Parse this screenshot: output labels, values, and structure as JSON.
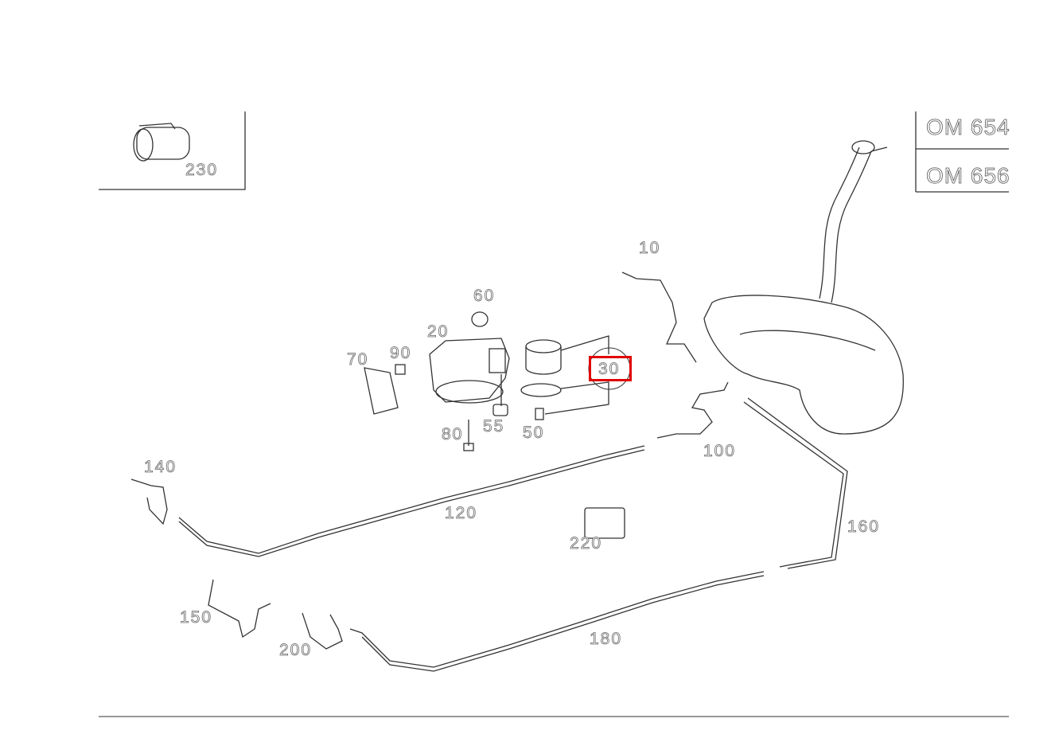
{
  "engine_variants": [
    "OM 654",
    "OM 656"
  ],
  "highlighted_part": "30",
  "highlight_color": "#e00000",
  "callouts": {
    "p230": "230",
    "p10": "10",
    "p60": "60",
    "p20": "20",
    "p70": "70",
    "p90": "90",
    "p30": "30",
    "p80": "80",
    "p55": "55",
    "p50": "50",
    "p100": "100",
    "p140": "140",
    "p120": "120",
    "p220": "220",
    "p160": "160",
    "p150": "150",
    "p200": "200",
    "p180": "180"
  }
}
